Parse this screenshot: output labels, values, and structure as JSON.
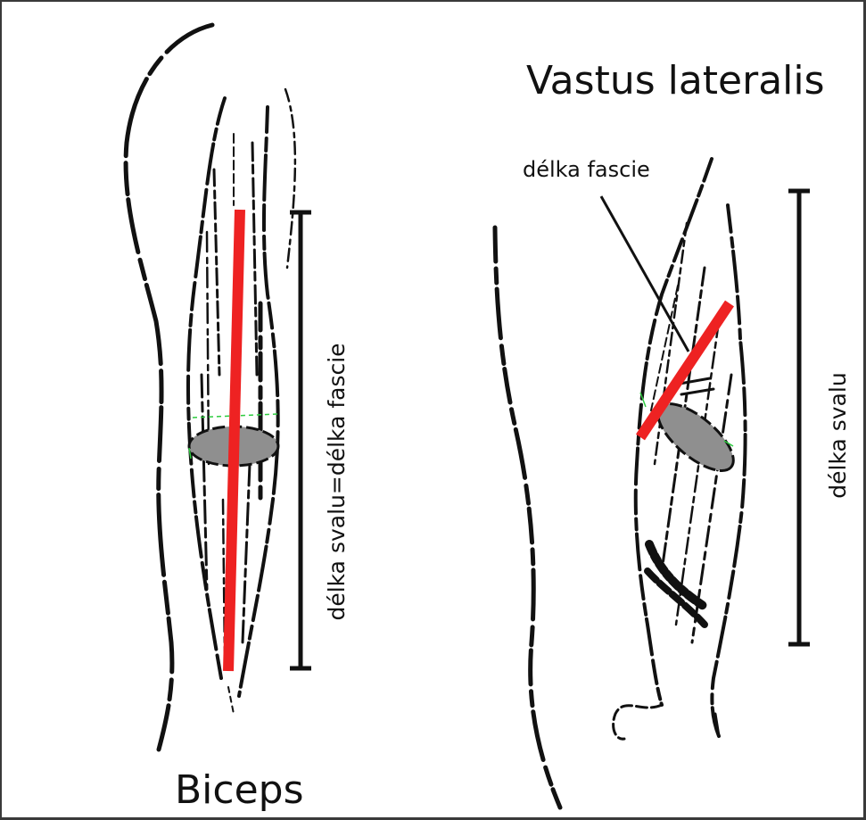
{
  "title": "Vastus lateralis",
  "biceps_label": "Biceps",
  "biceps_bar_label": "délka svalu=délka fascie",
  "vastus_fascicle_label": "délka fascie",
  "vastus_bar_label": "délka svalu",
  "colors": {
    "fascicle": "#ee2222",
    "cross_section": "#8f8f8f",
    "ink": "#111111",
    "marker": "#2ecc40"
  }
}
